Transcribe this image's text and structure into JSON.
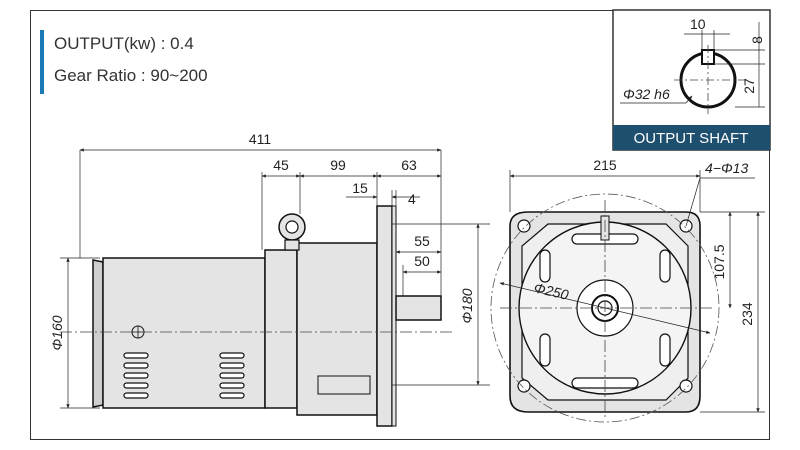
{
  "specs": {
    "output": "OUTPUT(kw) : 0.4",
    "gear_ratio": "Gear Ratio : 90~200"
  },
  "inset": {
    "title": "OUTPUT SHAFT",
    "key_width": "10",
    "key_height": "8",
    "shaft_height": "27",
    "shaft_dia": "Φ32 h6"
  },
  "side_view": {
    "overall_length": "411",
    "dim_45": "45",
    "dim_99": "99",
    "dim_63": "63",
    "dim_15": "15",
    "dim_4": "4",
    "dim_55": "55",
    "dim_50": "50",
    "motor_dia": "Φ160",
    "flange_dia": "Φ180"
  },
  "front_view": {
    "width": "215",
    "holes": "4−Φ13",
    "pcd": "Φ250",
    "center_height": "107.5",
    "height": "234"
  },
  "colors": {
    "accent": "#1a7ab5",
    "body_fill": "#e4e4e4",
    "inset_bar": "#1f4f6f"
  }
}
